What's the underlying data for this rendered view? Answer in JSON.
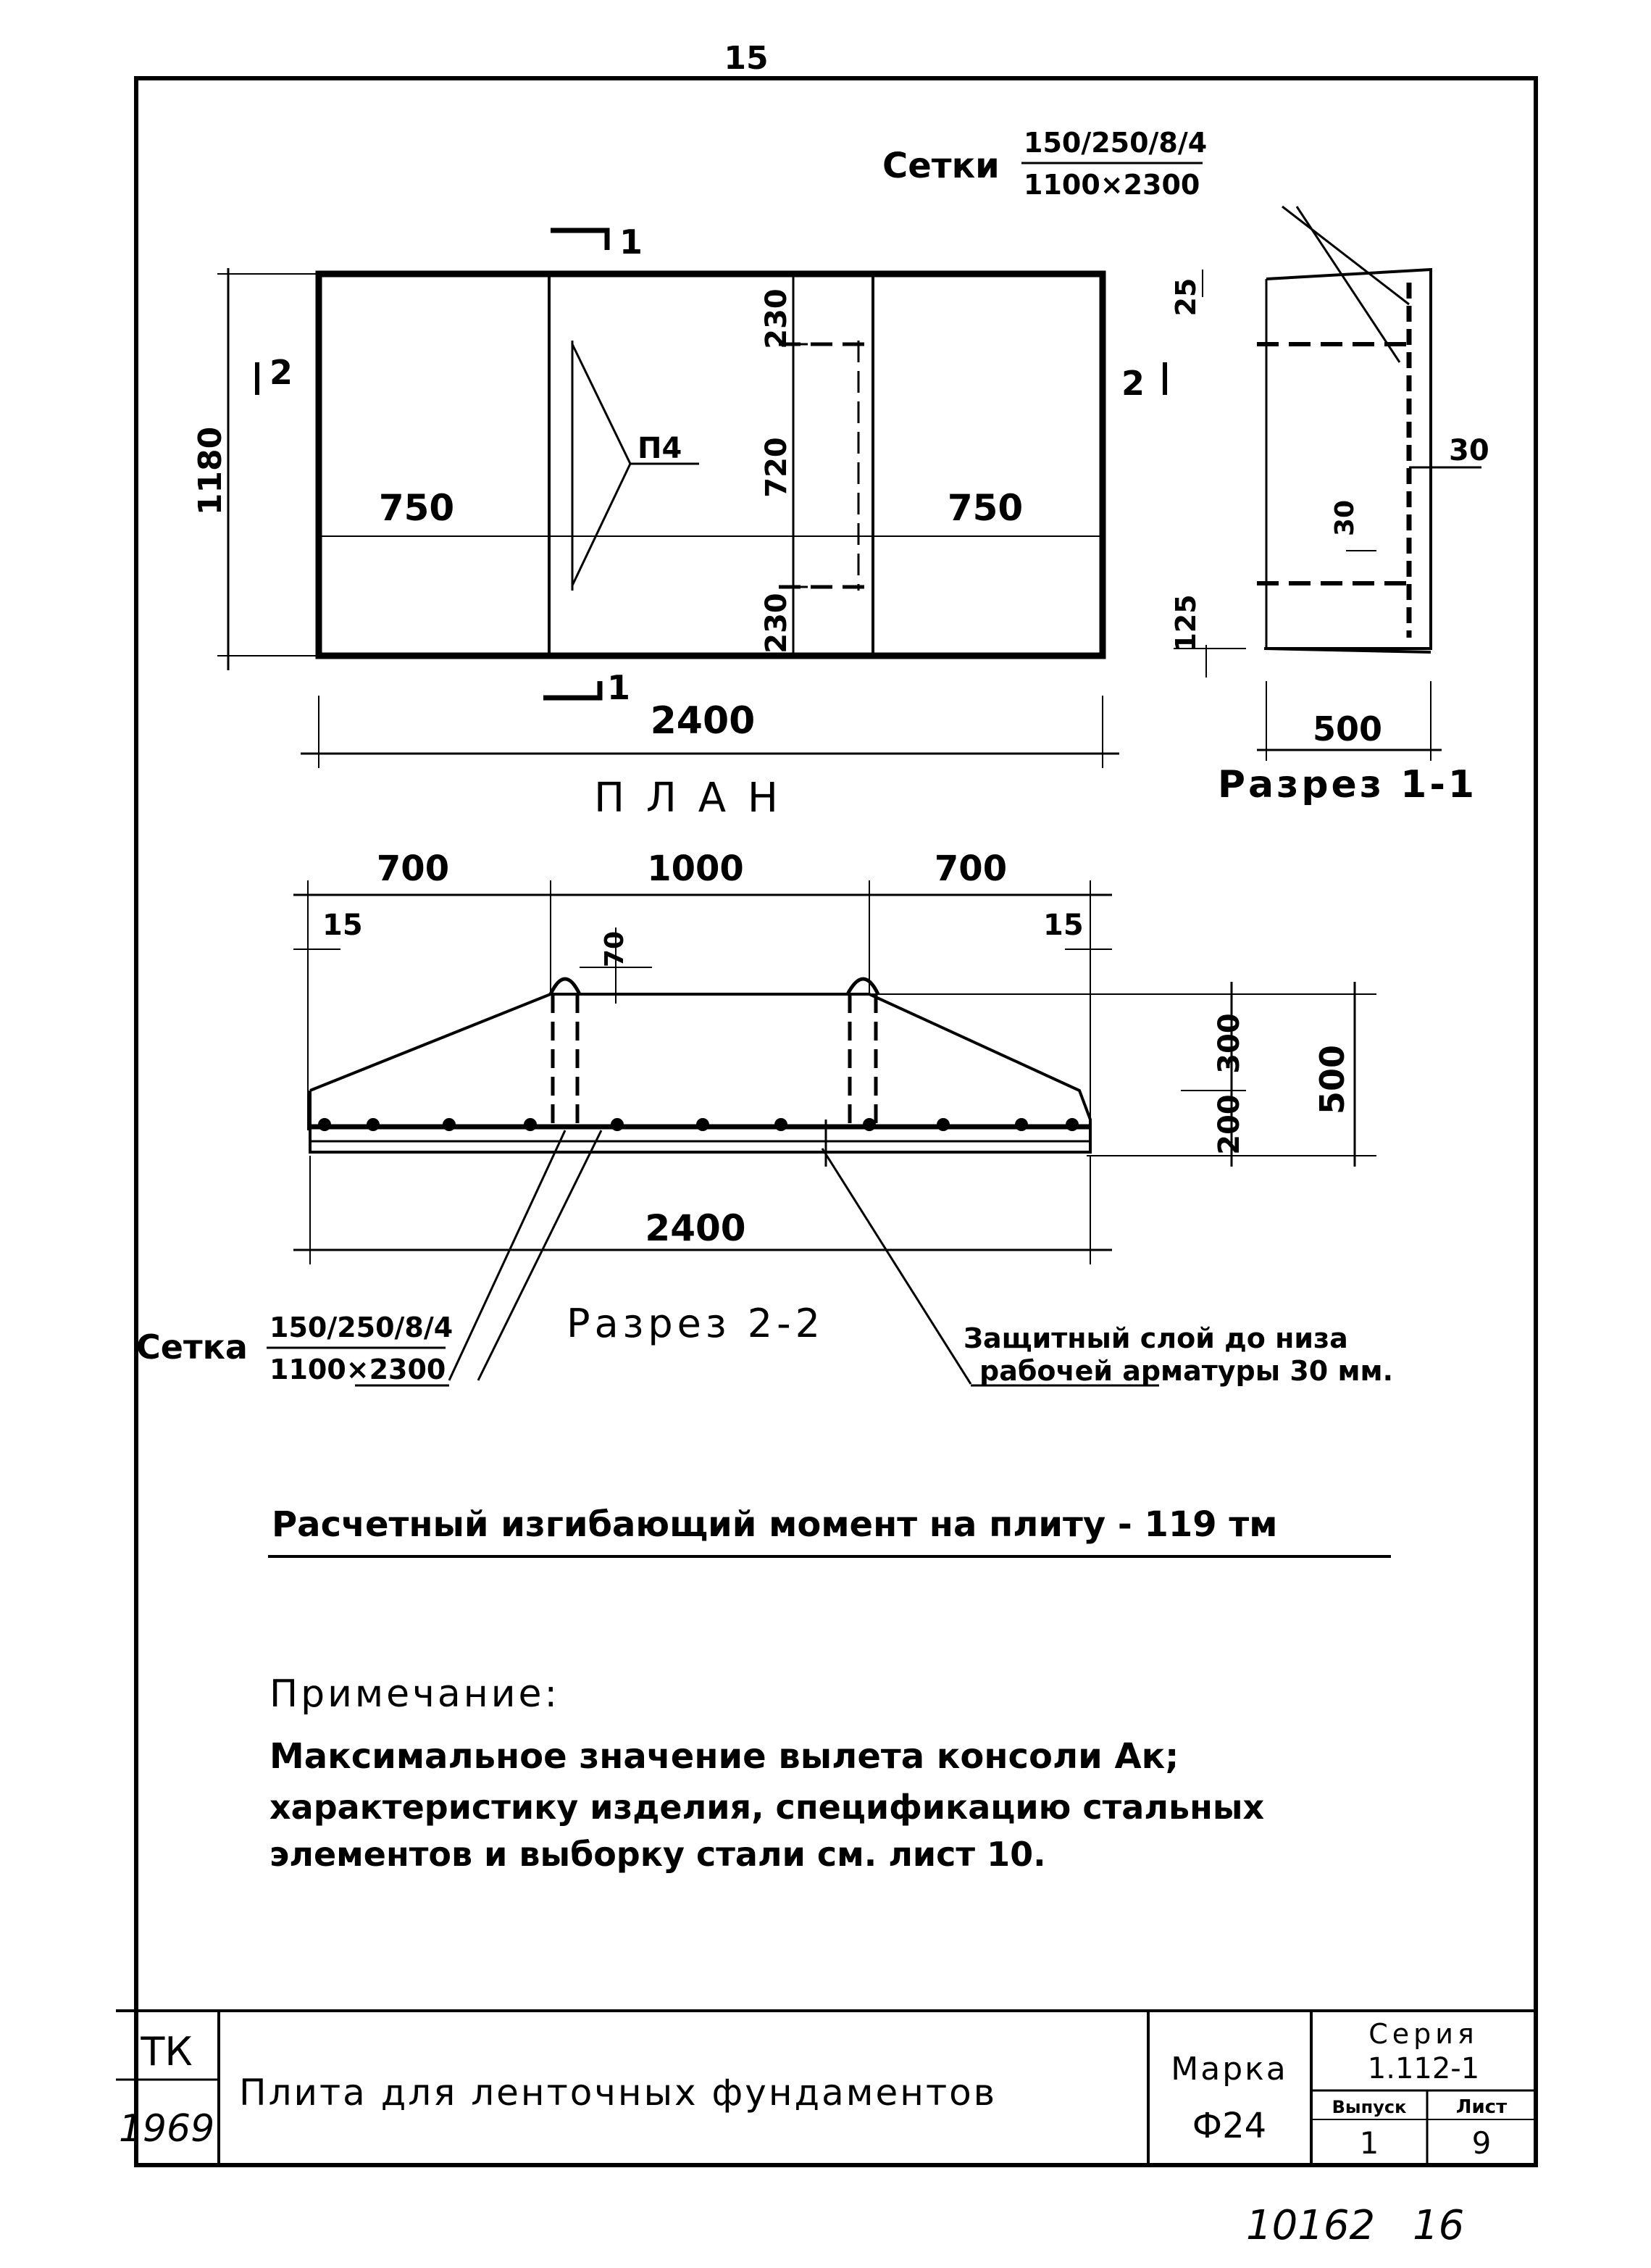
{
  "page_top_number": "15",
  "plan": {
    "dim_height_total": "1180",
    "dim_left": "750",
    "dim_right": "750",
    "dim_230_top": "230",
    "dim_720": "720",
    "dim_230_bottom": "230",
    "dim_width_total": "2400",
    "rebar_label": "П4",
    "section_1_top": "1",
    "section_1_bottom": "1",
    "section_2_left": "2",
    "section_2_right": "2",
    "title": "П Л А Н"
  },
  "mesh_top": {
    "prefix": "Сетки",
    "numerator": "150/250/8/4",
    "denominator": "1100×2300"
  },
  "section_1_1": {
    "dim_25": "25",
    "dim_30_right": "30",
    "dim_30_inner": "30",
    "dim_125": "125",
    "dim_500": "500",
    "title": "Разрез 1-1"
  },
  "section_2_2": {
    "dim_700_left": "700",
    "dim_1000": "1000",
    "dim_700_right": "700",
    "dim_15_left": "15",
    "dim_15_right": "15",
    "dim_70": "70",
    "dim_300": "300",
    "dim_200": "200",
    "dim_500": "500",
    "dim_2400": "2400",
    "title": "Разрез 2-2"
  },
  "mesh_bottom": {
    "prefix": "Сетка",
    "numerator": "150/250/8/4",
    "denominator": "1100×2300"
  },
  "protective_note": {
    "line1": "Защитный слой до низа",
    "line2": "рабочей арматуры 30 мм."
  },
  "moment_text": "Расчетный изгибающий момент на плиту - 119 тм",
  "note": {
    "title": "Примечание:",
    "line1": "Максимальное значение вылета консоли Ак;",
    "line2": "характеристику изделия, спецификацию стальных",
    "line3": "элементов и выборку стали см. лист 10."
  },
  "title_block": {
    "org": "ТК",
    "year": "1969",
    "name": "Плита для ленточных фундаментов",
    "marka_label": "Марка",
    "marka_value": "Ф24",
    "seria_label": "Серия",
    "seria_value": "1.112-1",
    "vypusk_label": "Выпуск",
    "vypusk_value": "1",
    "list_label": "Лист",
    "list_value": "9"
  },
  "archive_number": "10162",
  "archive_page": "16"
}
